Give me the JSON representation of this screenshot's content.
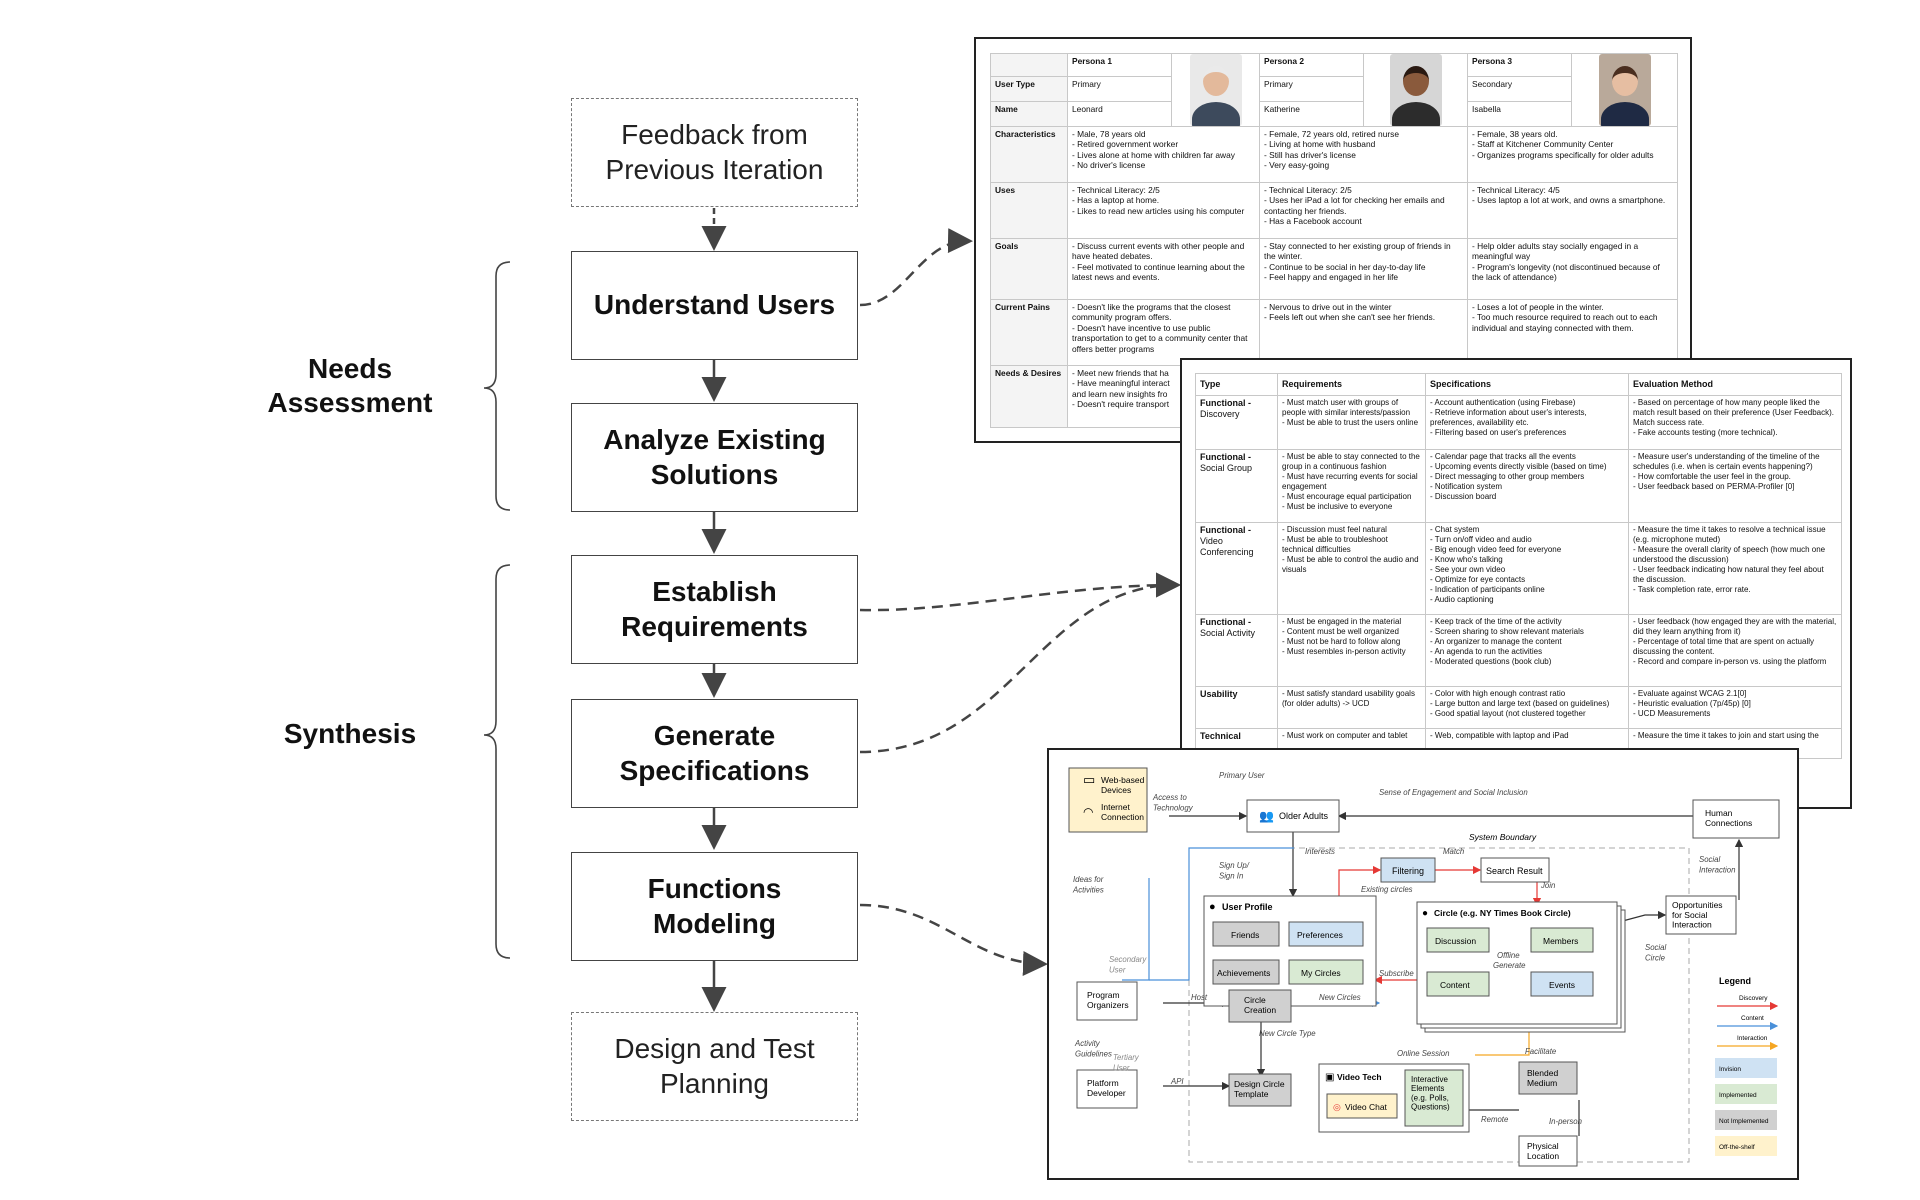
{
  "phases": {
    "needs": "Needs\nAssessment",
    "synthesis": "Synthesis"
  },
  "steps": [
    "Feedback from\nPrevious Iteration",
    "Understand Users",
    "Analyze Existing\nSolutions",
    "Establish\nRequirements",
    "Generate\nSpecifications",
    "Functions\nModeling",
    "Design and Test\nPlanning"
  ],
  "persona_table": {
    "headers": [
      "Persona 1",
      "Persona 2",
      "Persona 3"
    ],
    "rows": [
      {
        "label": "User Type",
        "cells": [
          "Primary",
          "Primary",
          "Secondary"
        ]
      },
      {
        "label": "Name",
        "cells": [
          "Leonard",
          "Katherine",
          "Isabella"
        ]
      },
      {
        "label": "Characteristics",
        "cells": [
          "- Male, 78 years old\n- Retired government worker\n- Lives alone at home with children far away\n- No driver's license",
          "- Female, 72 years old, retired nurse\n- Living at home with husband\n- Still has driver's license\n- Very easy-going",
          "- Female, 38 years old.\n- Staff at Kitchener Community Center\n- Organizes programs specifically for older adults"
        ]
      },
      {
        "label": "Uses",
        "cells": [
          "- Technical Literacy: 2/5\n- Has a laptop at home.\n- Likes to read new articles using his computer",
          "- Technical Literacy: 2/5\n- Uses her iPad a lot for checking her emails and contacting her friends.\n- Has a Facebook account",
          "- Technical Literacy: 4/5\n- Uses laptop a lot at work, and owns a smartphone."
        ]
      },
      {
        "label": "Goals",
        "cells": [
          "- Discuss current events with other people and have heated debates.\n- Feel motivated to continue learning about the latest news and events.",
          "- Stay connected to her existing group of friends in the winter.\n- Continue to be social in her day-to-day life\n- Feel happy and engaged in her life",
          "- Help older adults stay socially engaged in a meaningful way\n- Program's longevity (not discontinued because of the lack of attendance)"
        ]
      },
      {
        "label": "Current Pains",
        "cells": [
          "- Doesn't like the programs that the closest community program offers.\n- Doesn't have incentive to use public transportation to get to a community center that offers better programs",
          "- Nervous to drive out in the winter\n- Feels left out when she can't see her friends.",
          "- Loses a lot of people in the winter.\n- Too much resource required to reach out to each individual and staying connected with them."
        ]
      },
      {
        "label": "Needs & Desires",
        "cells": [
          "- Meet new friends that ha\n- Have meaningful interact\nand learn new insights fro\n- Doesn't require transport",
          "",
          ""
        ]
      }
    ]
  },
  "requirements_table": {
    "headers": [
      "Type",
      "Requirements",
      "Specifications",
      "Evaluation Method"
    ],
    "rows": [
      {
        "type": "Functional -",
        "sub": "Discovery",
        "req": "- Must match user with groups of people with similar interests/passion\n- Must be able to trust the users online",
        "spec": "- Account authentication (using Firebase)\n- Retrieve information about user's interests, preferences, availability etc.\n- Filtering based on user's preferences",
        "eval": "- Based on percentage of how many people liked the match result based on their preference (User Feedback). Match success rate.\n- Fake accounts testing (more technical)."
      },
      {
        "type": "Functional -",
        "sub": "Social Group",
        "req": "- Must be able to stay connected to the group in a continuous fashion\n- Must have recurring events for social engagement\n- Must encourage equal participation\n- Must be inclusive to everyone",
        "spec": "- Calendar page that tracks all the events\n- Upcoming events directly visible (based on time)\n- Direct messaging to other group members\n- Notification system\n- Discussion board",
        "eval": "- Measure user's understanding of the timeline of the schedules (i.e. when is certain events happening?)\n- How comfortable the user feel in the group.\n- User feedback based on PERMA-Profiler [0]"
      },
      {
        "type": "Functional -",
        "sub": "Video\nConferencing",
        "req": "- Discussion must feel natural\n- Must be able to troubleshoot technical difficulties\n- Must be able to control the audio and visuals",
        "spec": "- Chat system\n- Turn on/off video and audio\n- Big enough video feed for everyone\n- Know who's talking\n- See your own video\n- Optimize for eye contacts\n- Indication of participants online\n- Audio captioning",
        "eval": "- Measure the time it takes to resolve a technical issue (e.g. microphone muted)\n- Measure the overall clarity of speech (how much one understood the discussion)\n- User feedback indicating how natural they feel about the discussion.\n- Task completion rate, error rate."
      },
      {
        "type": "Functional -",
        "sub": "Social Activity",
        "req": "- Must be engaged in the material\n- Content must be well organized\n- Must not be hard to follow along\n- Must resembles in-person activity",
        "spec": "- Keep track of the time of the activity\n- Screen sharing to show relevant materials\n- An organizer to manage the content\n- An agenda to run the activities\n- Moderated questions (book club)",
        "eval": "- User feedback (how engaged they are with the material, did they learn anything from it)\n- Percentage of total time that are spent on actually discussing the content.\n- Record and compare in-person vs. using the platform"
      },
      {
        "type": "Usability",
        "sub": "",
        "req": "- Must satisfy standard usability goals (for older adults) -> UCD",
        "spec": "- Color with high enough contrast ratio\n- Large button and large text (based on guidelines)\n- Good spatial layout (not clustered together",
        "eval": "- Evaluate against WCAG 2.1[0]\n- Heuristic evaluation (7p/45p) [0]\n- UCD Measurements"
      },
      {
        "type": "Technical",
        "sub": "",
        "req": "- Must work on computer and tablet",
        "spec": "- Web, compatible with laptop and iPad",
        "eval": "- Measure the time it takes to join and start using the"
      }
    ]
  },
  "system_diagram": {
    "nodes": {
      "web_devices": "Web-based\nDevices",
      "internet": "Internet\nConnection",
      "older_adults": "Older Adults",
      "human_connections": "Human\nConnections",
      "filtering": "Filtering",
      "search_result": "Search Result",
      "user_profile": "User Profile",
      "friends": "Friends",
      "preferences": "Preferences",
      "achievements": "Achievements",
      "my_circles": "My Circles",
      "circle": "Circle (e.g. NY Times Book Circle)",
      "discussion": "Discussion",
      "members": "Members",
      "content": "Content",
      "events": "Events",
      "opportunities": "Opportunities\nfor Social\nInteraction",
      "program_organizers": "Program\nOrganizers",
      "circle_creation": "Circle\nCreation",
      "platform_developer": "Platform\nDeveloper",
      "design_circle_template": "Design Circle\nTemplate",
      "video_tech": "Video Tech",
      "video_chat": "Video Chat",
      "interactive_elements": "Interactive\nElements\n(e.g. Polls,\nQuestions)",
      "blended_medium": "Blended\nMedium",
      "physical_location": "Physical\nLocation"
    },
    "labels": {
      "primary_user": "Primary User",
      "access_to_technology": "Access to\nTechnology",
      "sense_of_engagement": "Sense of Engagement and Social Inclusion",
      "system_boundary": "System Boundary",
      "interests": "Interests",
      "match": "Match",
      "sign_up": "Sign Up/\nSign In",
      "existing_circles": "Existing circles",
      "join": "Join",
      "ideas_for_activities": "Ideas for\nActivities",
      "secondary_user": "Secondary\nUser",
      "subscribe": "Subscribe",
      "offline": "Offline",
      "generate": "Generate",
      "social_interaction": "Social\nInteraction",
      "social_circle": "Social\nCircle",
      "host": "Host",
      "new_circles": "New Circles",
      "activity_guidelines": "Activity\nGuidelines",
      "tertiary_user": "Tertiary\nUser",
      "new_circle_type": "New Circle Type",
      "online_session": "Online Session",
      "facilitate": "Facilitate",
      "api": "API",
      "remote": "Remote",
      "in_person": "In-person"
    },
    "legend": {
      "title": "Legend",
      "lines": [
        {
          "label": "Discovery",
          "color": "#e53935"
        },
        {
          "label": "Content",
          "color": "#4a90d9"
        },
        {
          "label": "Interaction",
          "color": "#f5a623"
        }
      ],
      "fills": [
        {
          "label": "Invision",
          "color": "#cfe2f3"
        },
        {
          "label": "Implemented",
          "color": "#d9ead3"
        },
        {
          "label": "Not Implemented",
          "color": "#d0d0d0"
        },
        {
          "label": "Off-the-shelf",
          "color": "#fff2cc"
        }
      ]
    }
  }
}
